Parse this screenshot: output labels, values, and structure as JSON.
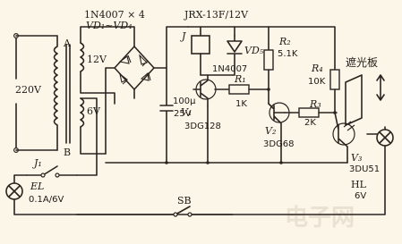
{
  "labels": {
    "diodes_part": "1N4007 × 4",
    "diodes_ref": "VD₁~VD₄",
    "relay": "JRX-13F/12V",
    "relay_coil": "J",
    "mains": "220V",
    "transformer_tap_a": "A",
    "transformer_tap_b": "B",
    "sec_12v": "12V",
    "sec_6v": "6V",
    "cap_value": "100μ",
    "cap_voltage": "25V",
    "vd5_ref": "VD₅",
    "vd5_part": "1N4007",
    "v1_ref": "V₁",
    "v1_part": "3DG128",
    "r1_ref": "R₁",
    "r1_val": "1K",
    "r2_ref": "R₂",
    "r2_val": "5.1K",
    "v2_ref": "V₂",
    "v2_part": "3DG68",
    "r3_ref": "R₃",
    "r3_val": "2K",
    "r4_ref": "R₄",
    "r4_val": "10K",
    "v3_ref": "V₃",
    "v3_part": "3DU51",
    "shade": "遮光板",
    "j1": "J₁",
    "el_ref": "EL",
    "el_val": "0.1A/6V",
    "sb": "SB",
    "hl_ref": "HL",
    "hl_val": "6V"
  },
  "watermark": "电子网"
}
